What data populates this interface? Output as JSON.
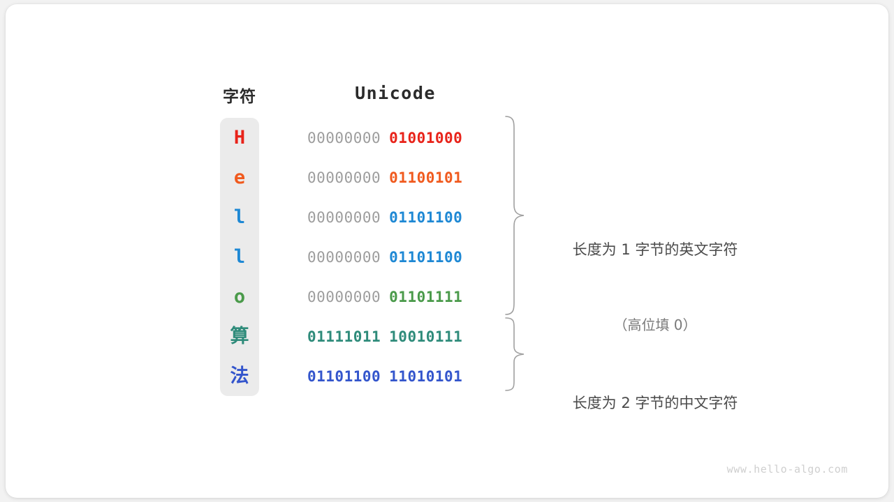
{
  "watermark": "www.hello-algo.com",
  "headers": {
    "character": "字符",
    "unicode": "Unicode"
  },
  "rows": [
    {
      "char": "H",
      "color": "#e8231a",
      "pad": "00000000",
      "sig": "01001000",
      "two_byte": false
    },
    {
      "char": "e",
      "color": "#f05a1e",
      "pad": "00000000",
      "sig": "01100101",
      "two_byte": false
    },
    {
      "char": "l",
      "color": "#1e88d4",
      "pad": "00000000",
      "sig": "01101100",
      "two_byte": false
    },
    {
      "char": "l",
      "color": "#1e88d4",
      "pad": "00000000",
      "sig": "01101100",
      "two_byte": false
    },
    {
      "char": "o",
      "color": "#4a9a4a",
      "pad": "00000000",
      "sig": "01101111",
      "two_byte": false
    },
    {
      "char": "算",
      "color": "#2e8b7a",
      "pad": "01111011",
      "sig": "10010111",
      "two_byte": true
    },
    {
      "char": "法",
      "color": "#3355cc",
      "pad": "01101100",
      "sig": "11010101",
      "two_byte": true
    }
  ],
  "annotations": [
    {
      "line1": "长度为 1 字节的英文字符",
      "line2": "（高位填 0）"
    },
    {
      "line1": "长度为 2 字节的中文字符",
      "line2": ""
    }
  ],
  "colors": {
    "column_background": "#ebebeb",
    "padding_bits": "#9d9d9d",
    "brace": "#a0a0a0",
    "annotation_text": "#4a4a4a",
    "card_background": "#ffffff",
    "page_background": "#f2f2f2"
  }
}
